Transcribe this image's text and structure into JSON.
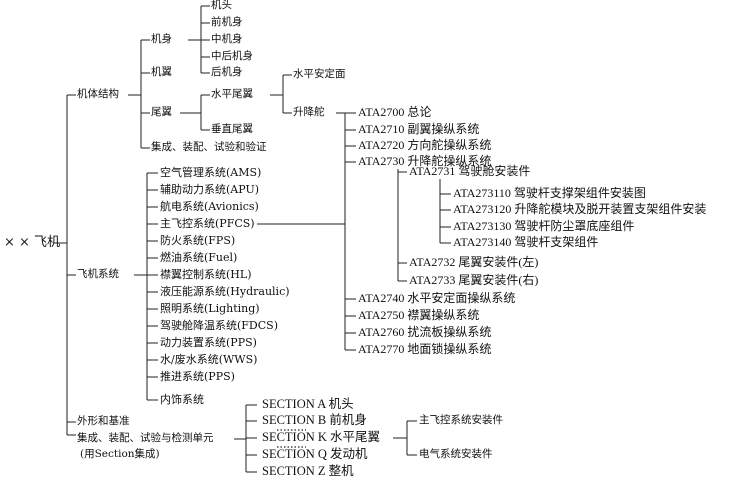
{
  "root": "× × 飞机",
  "structure": {
    "label": "机体结构",
    "fuselage": {
      "label": "机身",
      "parts": [
        "机头",
        "前机身",
        "中机身",
        "中后机身",
        "后机身"
      ]
    },
    "wing": "机翼",
    "tail": {
      "label": "尾翼",
      "horizontal": "水平尾翼",
      "vertical": "垂直尾翼",
      "stabilizer": "水平安定面",
      "elevator": "升降舵"
    },
    "integration": "集成、装配、试验和验证"
  },
  "systems": {
    "label": "飞机系统",
    "items": [
      "空气管理系统(AMS)",
      "辅助动力系统(APU)",
      "航电系统(Avionics)",
      "主飞控系统(PFCS)",
      "防火系统(FPS)",
      "燃油系统(Fuel)",
      "襟翼控制系统(HL)",
      "液压能源系统(Hydraulic)",
      "照明系统(Lighting)",
      "驾驶舱降温系统(FDCS)",
      "动力装置系统(PPS)",
      "水/废水系统(WWS)",
      "推进系统(PPS)",
      "内饰系统"
    ]
  },
  "ata": {
    "items": [
      "ATA2700 总论",
      "ATA2710 副翼操纵系统",
      "ATA2720 方向舵操纵系统",
      "ATA2730 升降舵操纵系统",
      "ATA2740 水平安定面操纵系统",
      "ATA2750 襟翼操纵系统",
      "ATA2760 扰流板操纵系统",
      "ATA2770 地面锁操纵系统"
    ],
    "sub2730": [
      "ATA2731 驾驶舱安装件",
      "ATA2732 尾翼安装件(左)",
      "ATA2733 尾翼安装件(右)"
    ],
    "sub2731": [
      "ATA273110 驾驶杆支撑架组件安装图",
      "ATA273120 升降舵模块及脱开装置支架组件安装",
      "ATA273130 驾驶杆防尘罩底座组件",
      "ATA273140 驾驶杆支架组件"
    ]
  },
  "shape": "外形和基准",
  "assembly": {
    "line1": "集成、装配、试验与检测单元",
    "line2": "(用Section集成)",
    "sections": [
      "SECTION A 机头",
      "SECTION B 前机身",
      "SECTION K 水平尾翼",
      "SECTION Q 发动机",
      "SECTION Z 整机"
    ],
    "k_children": [
      "主飞控系统安装件",
      "电气系统安装件"
    ]
  }
}
